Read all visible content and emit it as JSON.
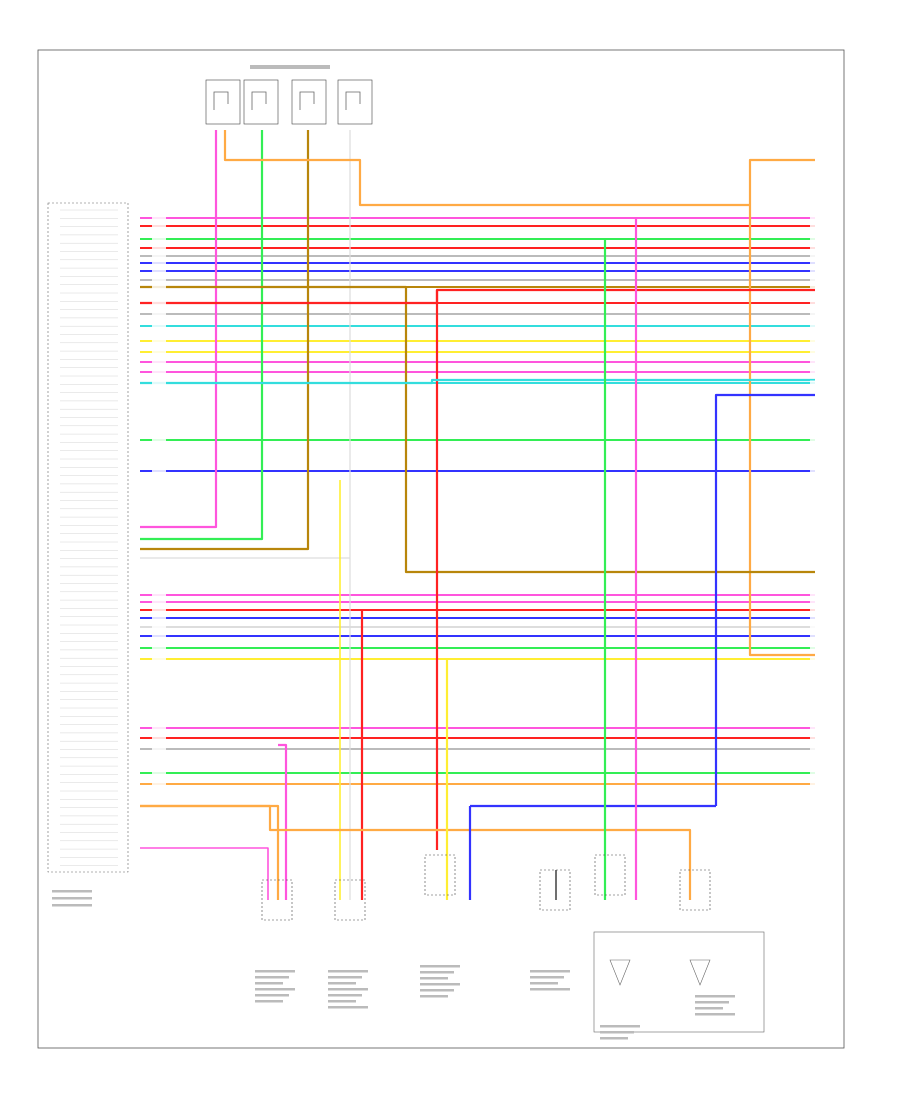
{
  "diagram": {
    "id": "",
    "components": [
      {
        "key": "coil",
        "label": ""
      },
      {
        "key": "ecm",
        "label": ""
      },
      {
        "key": "sensor1",
        "label": ""
      },
      {
        "key": "sensor2",
        "label": ""
      },
      {
        "key": "sensor3",
        "label": ""
      },
      {
        "key": "g1",
        "label": ""
      },
      {
        "key": "throttle",
        "label": ""
      }
    ],
    "wire_colors": {
      "PNK": "#ff55dd",
      "RED": "#ff2222",
      "LT GRN": "#33ee55",
      "GRY": "#bbbbbb",
      "BLU": "#3333ff",
      "BRN": "#b8860b",
      "YEL": "#ffee33",
      "LT BLU": "#33dddd",
      "ORG": "#ffaa44",
      "WHT": "#dddddd",
      "BLK": "#333333"
    }
  }
}
